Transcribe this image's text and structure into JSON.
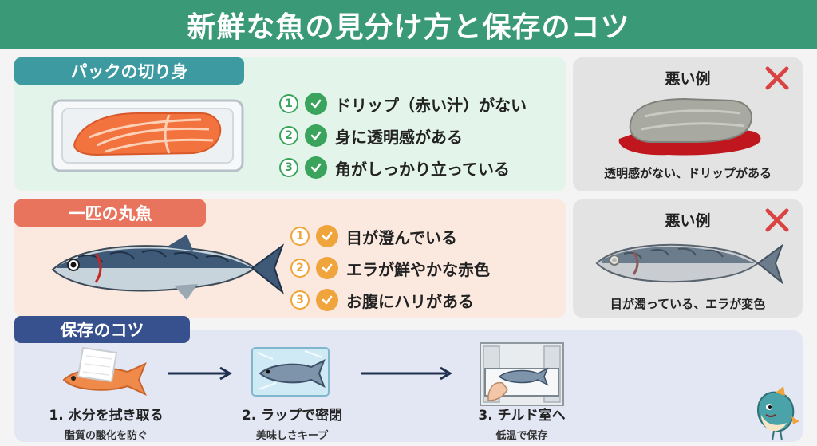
{
  "title": "新鮮な魚の見分け方と保存のコツ",
  "sections": {
    "pack": {
      "label": "パックの切り身",
      "items": [
        {
          "num": "1",
          "text": "ドリップ（赤い汁）がない"
        },
        {
          "num": "2",
          "text": "身に透明感がある"
        },
        {
          "num": "3",
          "text": "角がしっかり立っている"
        }
      ],
      "bad": {
        "title": "悪い例",
        "caption": "透明感がない、ドリップがある"
      }
    },
    "whole": {
      "label": "一匹の丸魚",
      "items": [
        {
          "num": "1",
          "text": "目が澄んでいる"
        },
        {
          "num": "2",
          "text": "エラが鮮やかな赤色"
        },
        {
          "num": "3",
          "text": "お腹にハリがある"
        }
      ],
      "bad": {
        "title": "悪い例",
        "caption": "目が濁っている、エラが変色"
      }
    },
    "storage": {
      "label": "保存のコツ",
      "steps": [
        {
          "title": "1. 水分を拭き取る",
          "sub": "脂質の酸化を防ぐ"
        },
        {
          "title": "2. ラップで密閉",
          "sub": "美味しさキープ"
        },
        {
          "title": "3. チルド室へ",
          "sub": "低温で保存"
        }
      ]
    }
  },
  "icons": {
    "check": "check-icon",
    "bad": "x-mark-icon",
    "arrow": "arrow-right-icon",
    "mascot": "fish-mascot-icon"
  },
  "colors": {
    "title_bg": "#3a9a78",
    "pack_tab": "#3c9aa0",
    "whole_tab": "#e8745e",
    "storage_tab": "#37508e",
    "check_green": "#3aa35c",
    "check_orange": "#f0a43c",
    "bad_x": "#d94343"
  }
}
